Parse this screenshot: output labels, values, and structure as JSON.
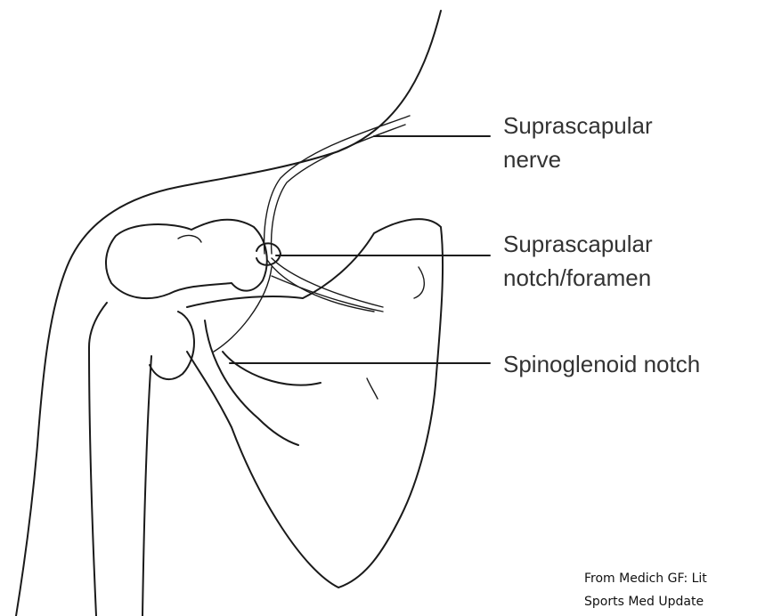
{
  "labels": {
    "suprascapular_nerve": [
      "Suprascapular",
      "nerve"
    ],
    "suprascapular_notch": [
      "Suprascapular",
      "notch/foramen"
    ],
    "spinoglenoid_notch": [
      "Spinoglenoid notch"
    ]
  },
  "credit": [
    "From Medich GF: Lit",
    "Sports Med Update"
  ],
  "colors": {
    "line": "#1a1a1a",
    "label": "#333333"
  }
}
